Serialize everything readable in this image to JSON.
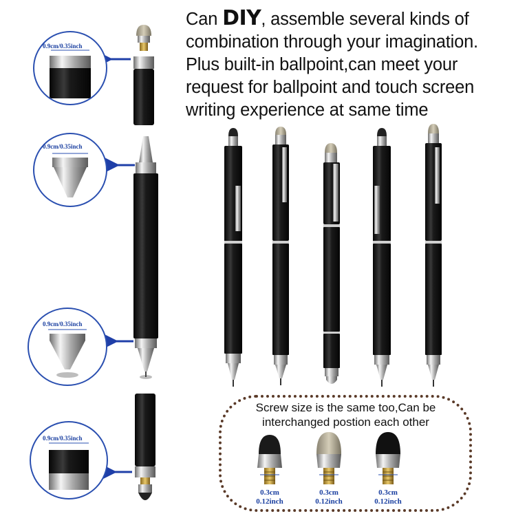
{
  "headline": {
    "word_can": "Can",
    "word_diy": "DIY",
    "line1_rest": ",  assemble several kinds of",
    "line2": "combination through your imagination.",
    "line3": "Plus built-in ballpoint,can meet your",
    "line4": "request for ballpoint and touch screen",
    "line5": "writing experience at same time"
  },
  "callouts": [
    {
      "dimension": "0.9cm/0.35inch",
      "part": "mesh-tip-cap-collar"
    },
    {
      "dimension": "0.9cm/0.35inch",
      "part": "disc-tip-top-cone"
    },
    {
      "dimension": "0.9cm/0.35inch",
      "part": "disc-tip-bottom-cone"
    },
    {
      "dimension": "0.9cm/0.35inch",
      "part": "rubber-tip-cap-collar"
    }
  ],
  "screw_section": {
    "caption_line1": "Screw size is the same too,Can be",
    "caption_line2": "interchanged postion each other",
    "tips": [
      {
        "name": "rubber-tip",
        "size_cm": "0.3cm",
        "size_inch": "0.12inch"
      },
      {
        "name": "mesh-tip",
        "size_cm": "0.3cm",
        "size_inch": "0.12inch"
      },
      {
        "name": "black-rubber-tip",
        "size_cm": "0.3cm",
        "size_inch": "0.12inch"
      }
    ]
  },
  "colors": {
    "arrow_blue": "#1f3fa8",
    "circle_border": "#2a4fb0",
    "dimension_text": "#1a3fa0",
    "pen_body": "#151515",
    "chrome": "#c8c8c8",
    "dotted_border": "#5a3a28"
  }
}
